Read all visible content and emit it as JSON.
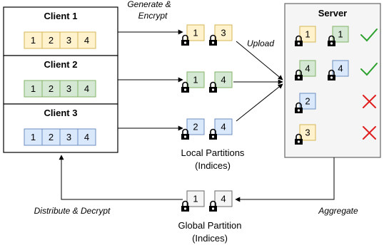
{
  "clients": [
    {
      "title": "Client 1",
      "cells": [
        "1",
        "2",
        "3",
        "4"
      ],
      "fill": "#fff2cc",
      "stroke": "#d6b656"
    },
    {
      "title": "Client 2",
      "cells": [
        "1",
        "2",
        "3",
        "4"
      ],
      "fill": "#d5e8d4",
      "stroke": "#82b366"
    },
    {
      "title": "Client 3",
      "cells": [
        "1",
        "2",
        "3",
        "4"
      ],
      "fill": "#dae8fc",
      "stroke": "#6c8ebf"
    }
  ],
  "uploads": [
    {
      "label_a": "1",
      "label_b": "3",
      "fill": "#fff2cc",
      "stroke": "#d6b656"
    },
    {
      "label_a": "1",
      "label_b": "4",
      "fill": "#d5e8d4",
      "stroke": "#82b366"
    },
    {
      "label_a": "2",
      "label_b": "4",
      "fill": "#dae8fc",
      "stroke": "#6c8ebf"
    }
  ],
  "server": {
    "title": "Server",
    "fill": "#f5f5f5",
    "stroke": "#666666",
    "rows": [
      {
        "cells": [
          {
            "label": "1",
            "fill": "#fff2cc",
            "stroke": "#d6b656"
          },
          {
            "label": "1",
            "fill": "#d5e8d4",
            "stroke": "#82b366"
          }
        ],
        "status": "check"
      },
      {
        "cells": [
          {
            "label": "4",
            "fill": "#d5e8d4",
            "stroke": "#82b366"
          },
          {
            "label": "4",
            "fill": "#dae8fc",
            "stroke": "#6c8ebf"
          }
        ],
        "status": "check"
      },
      {
        "cells": [
          {
            "label": "2",
            "fill": "#dae8fc",
            "stroke": "#6c8ebf"
          }
        ],
        "status": "cross"
      },
      {
        "cells": [
          {
            "label": "3",
            "fill": "#fff2cc",
            "stroke": "#d6b656"
          }
        ],
        "status": "cross"
      }
    ]
  },
  "global": {
    "label_a": "1",
    "label_b": "4",
    "fill": "#f5f5f5",
    "stroke": "#666666"
  },
  "labels": {
    "generate_line1": "Generate &",
    "generate_line2": "Encrypt",
    "upload": "Upload",
    "local_line1": "Local Partitions",
    "local_line2": "(Indices)",
    "aggregate": "Aggregate",
    "distribute": "Distribute & Decrypt",
    "global_line1": "Global Partition",
    "global_line2": "(Indices)"
  },
  "colors": {
    "check": "#2ca02c",
    "cross": "#e02020"
  }
}
